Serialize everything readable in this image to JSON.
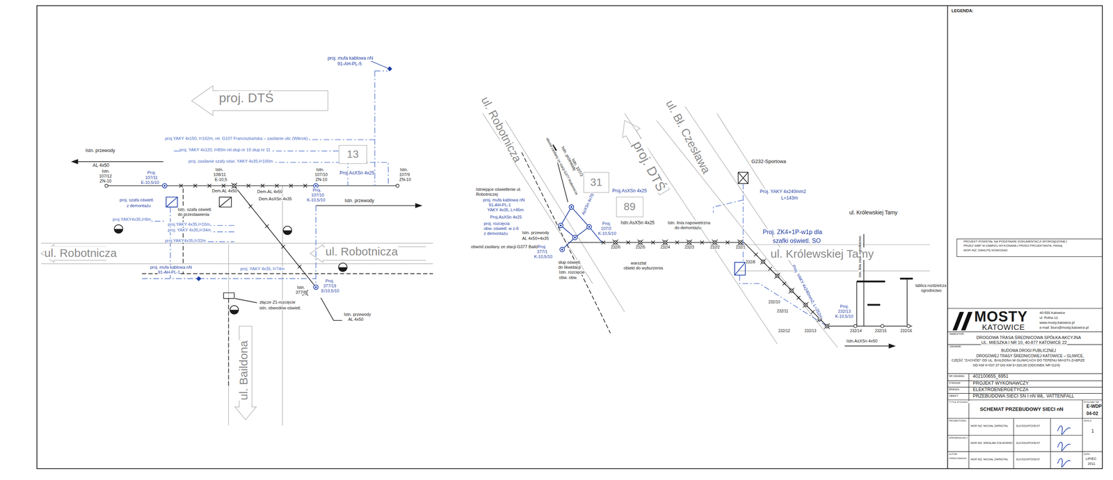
{
  "diagram": {
    "nodes": [
      {
        "text": [
          "13"
        ]
      },
      {
        "text": [
          "31"
        ]
      },
      {
        "text": [
          "89"
        ]
      }
    ],
    "labels": [
      "proj. mufa kablowa nN",
      "91-AH-PL-5",
      "proj. DTŚ",
      "proj.YAKY 4x150, l=162m, rel. G107 Franciszkańska – zasilanie ulic (Wikrok)",
      "proj. YAKY 4x120, l=80m rel.słup nr 10 słup nr 11",
      "proj. zasilanie szafy oświ. YAKY 4x35,l=100m",
      "Istn. przewody",
      "AL 4x50",
      "Istn.",
      "107/12",
      "ZN-10",
      "Proj.",
      "107/11",
      "E-10,5/10",
      "Istn.",
      "108/11",
      "E-10,5",
      "Istn.",
      "107/10",
      "ZN-10",
      "Proj.AsXSn 4x25",
      "Istn.",
      "107/9",
      "ZN-10",
      "Dem.AL 4x50",
      "Dem.AL 4x50",
      "Dem.AsXSn 4x35",
      "Proj.",
      "107/10",
      "K-10,5/10",
      "Istn. przewody",
      "proj. szafa oświetl.",
      "z demontażu",
      "Istn. szafa oświetl.",
      "do przestawienia",
      "proj.YAKY4x35,l=8m",
      "proj.YAKY 4x35,l=10m",
      "proj. YAKY 4x35,l=34m",
      "proj.YAKY4x35,l=32m",
      "ul. Robotnicza",
      "ul. Robotnicza",
      "proj. mufa kablowa nN",
      "91-AH-PL-1",
      "proj. YAKY 4x35, l=74m",
      "Istn.",
      "377/8",
      "Proj.",
      "377/19",
      "E/10,5/10",
      "złącze Z1-rozcięcie",
      "istn. obwodów oświetl.",
      "Istn. przewody",
      "AL 4x50",
      "ul. Baildona",
      "ul. Robotnicza",
      "obwód zasilany ze stacji G377 Robotnicza",
      "Istn. przewody",
      "Istn. 107/3",
      "AsXSn 4x70",
      "Proj.AsXSn 4x25",
      "Istniejące oświetlenie ul.",
      "Robotniczej",
      "proj. mufa kablowa nN",
      "91-AH-PL-1",
      "YAKY 4x35, L=45m",
      "Proj.AsXSn 4x25",
      "proj. rozcięcia",
      "obw. oświetl. w z-6",
      "z demontażu",
      "Istn. przewody",
      "AL 4x50+4x35",
      "obwód zasilany ze stacji G377 Baildona",
      "Proj.",
      "377/1",
      "K-10,5/10",
      "Proj.",
      "107/2",
      "K-10,5/10",
      "Istn.AsXSn 4x25",
      "Istn. linia napowietrzna",
      "do demontażu",
      "słup oświetl.",
      "do likwidacji",
      "Istn. rozcięcie",
      "obw. obw.",
      "warsztat",
      "obiekt do wyburzenia",
      "232/6",
      "232/5",
      "232/4",
      "232/3",
      "232/2",
      "232/1",
      "proj. DTŚ",
      "ul. Bł. Czesława",
      "G232-Sportowa",
      "Proj. YAKY 4x240mm2",
      "L=143m",
      "Proj. ZK4+1P-w1p dla",
      "szafki oświetl. SO",
      "ul. Królewskiej Tamy",
      "ul. Królewskiej Tamy",
      "232/8",
      "Proj. YAKY 4x240mm2, L=252m",
      "232/10",
      "232/11",
      "232/12",
      "232/13",
      "Proj.",
      "232/13",
      "K-10,5/10",
      "232/14",
      "232/15",
      "232/16",
      "Istn.AsXSn 4x50",
      "Istn. linia zasil. ogrodnictwo",
      "tablica rozdzielcza",
      "ogrodnictwo",
      "LEGENDA:",
      "PROJEKT POWSTAŁ NA PODSTAWIE DOKUMENTACJI SPORZĄDZONEJ",
      "PRZEZ WBP W ZABRZU WYKONANEJ PRZEZ PROJEKTANTA, PANIĄ",
      "MGR INŻ. DANUTĘ NOWOSAD",
      "MOSTY",
      "KATOWICE",
      "40-555 Katowice",
      "ul. Rolna 12",
      "www.mosty.katowice.pl",
      "e-mail: biuro@mosty.katowice.pl",
      "INWESTOR:",
      "DROGOWA TRASA ŚREDNICOWA SPÓŁKA AKCYJNA",
      "UL. MIESZKA I NR 10, 40-877 KATOWICE 22",
      "ZADANIE:",
      "BUDOWA DROGI PUBLICZNEJ",
      "DROGOWEJ TRASY ŚREDNICOWEJ KATOWICE – GLIWICE,",
      "CZĘŚĆ \"ZACHÓD\" OD UL. BAILDONA W GLIWICACH DO TERENU MIASTA ZABRZE",
      "OD KM 4+037,37 DO KM 5+320,00 (ODCINEK NR G2/4)",
      "NR ZADANIA:",
      "402100655_6951",
      "STADIUM:",
      "PROJEKT WYKONAWCZY",
      "BRANŻA:",
      "ELEKTROENERGETYCZA",
      "OBIEKT:",
      "PRZEBUDOWA SIECI SN I nN WŁ. VATTENFALL",
      "TYTUŁ RYSUNKU:",
      "SCHEMAT PRZEBUDOWY SIECI nN",
      "RYSUNEK NR:",
      "E-WDP",
      "04-02",
      "PROJEKTOWAŁ:",
      "MGR INŻ. MICHAŁ ŻARNOTAL",
      "SPRAWDZAJĄCY:",
      "MGR INŻ. WIESŁAW ŻOŁNOWSKI",
      "AUTOR",
      "OPRACOWANIA:",
      "MGR INŻ. MICHAŁ ŻARNOTAL",
      "SLK/0319/POOE/07",
      "SLK/0319/POOE/07",
      "SLK/0319/POOE/07",
      "SKALA:",
      "1",
      "DATA:",
      "LIPIEC",
      "2011"
    ]
  }
}
